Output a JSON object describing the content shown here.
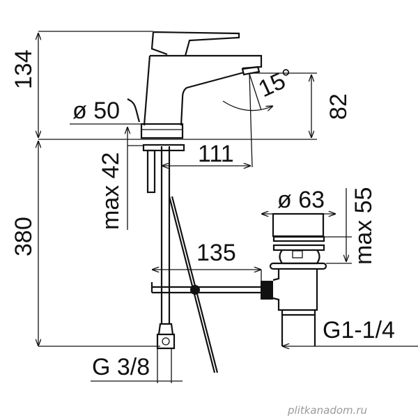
{
  "title": "Basin mixer technical drawing",
  "dimensions": {
    "total_height": "134",
    "spout_height": "82",
    "spout_angle": "15°",
    "base_diameter": "ø 50",
    "spout_reach": "111",
    "max_deck_thickness": "max 42",
    "hose_length": "380",
    "drain_diameter": "ø 63",
    "drain_max_height": "max 55",
    "rod_length": "135",
    "drain_thread": "G1-1/4",
    "supply_thread": "G 3/8"
  },
  "watermark": "plitkanadom.ru",
  "colors": {
    "line": "#111111",
    "watermark": "#9a9a9a"
  }
}
